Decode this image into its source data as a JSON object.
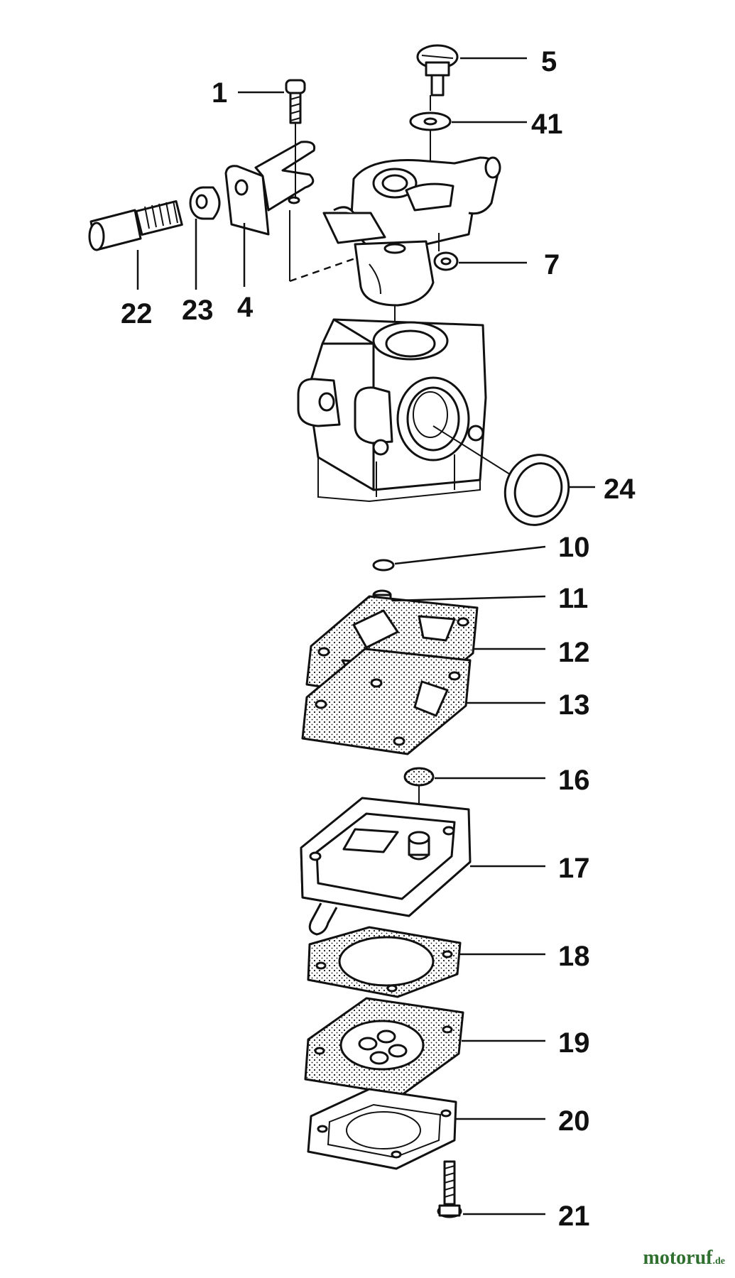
{
  "callouts": [
    {
      "label": "1"
    },
    {
      "label": "5"
    },
    {
      "label": "41"
    },
    {
      "label": "22"
    },
    {
      "label": "23"
    },
    {
      "label": "4"
    },
    {
      "label": "7"
    },
    {
      "label": "24"
    },
    {
      "label": "10"
    },
    {
      "label": "11"
    },
    {
      "label": "12"
    },
    {
      "label": "13"
    },
    {
      "label": "16"
    },
    {
      "label": "17"
    },
    {
      "label": "18"
    },
    {
      "label": "19"
    },
    {
      "label": "20"
    },
    {
      "label": "21"
    }
  ],
  "watermark": {
    "brand": "motoruf",
    "tld": ".de"
  }
}
